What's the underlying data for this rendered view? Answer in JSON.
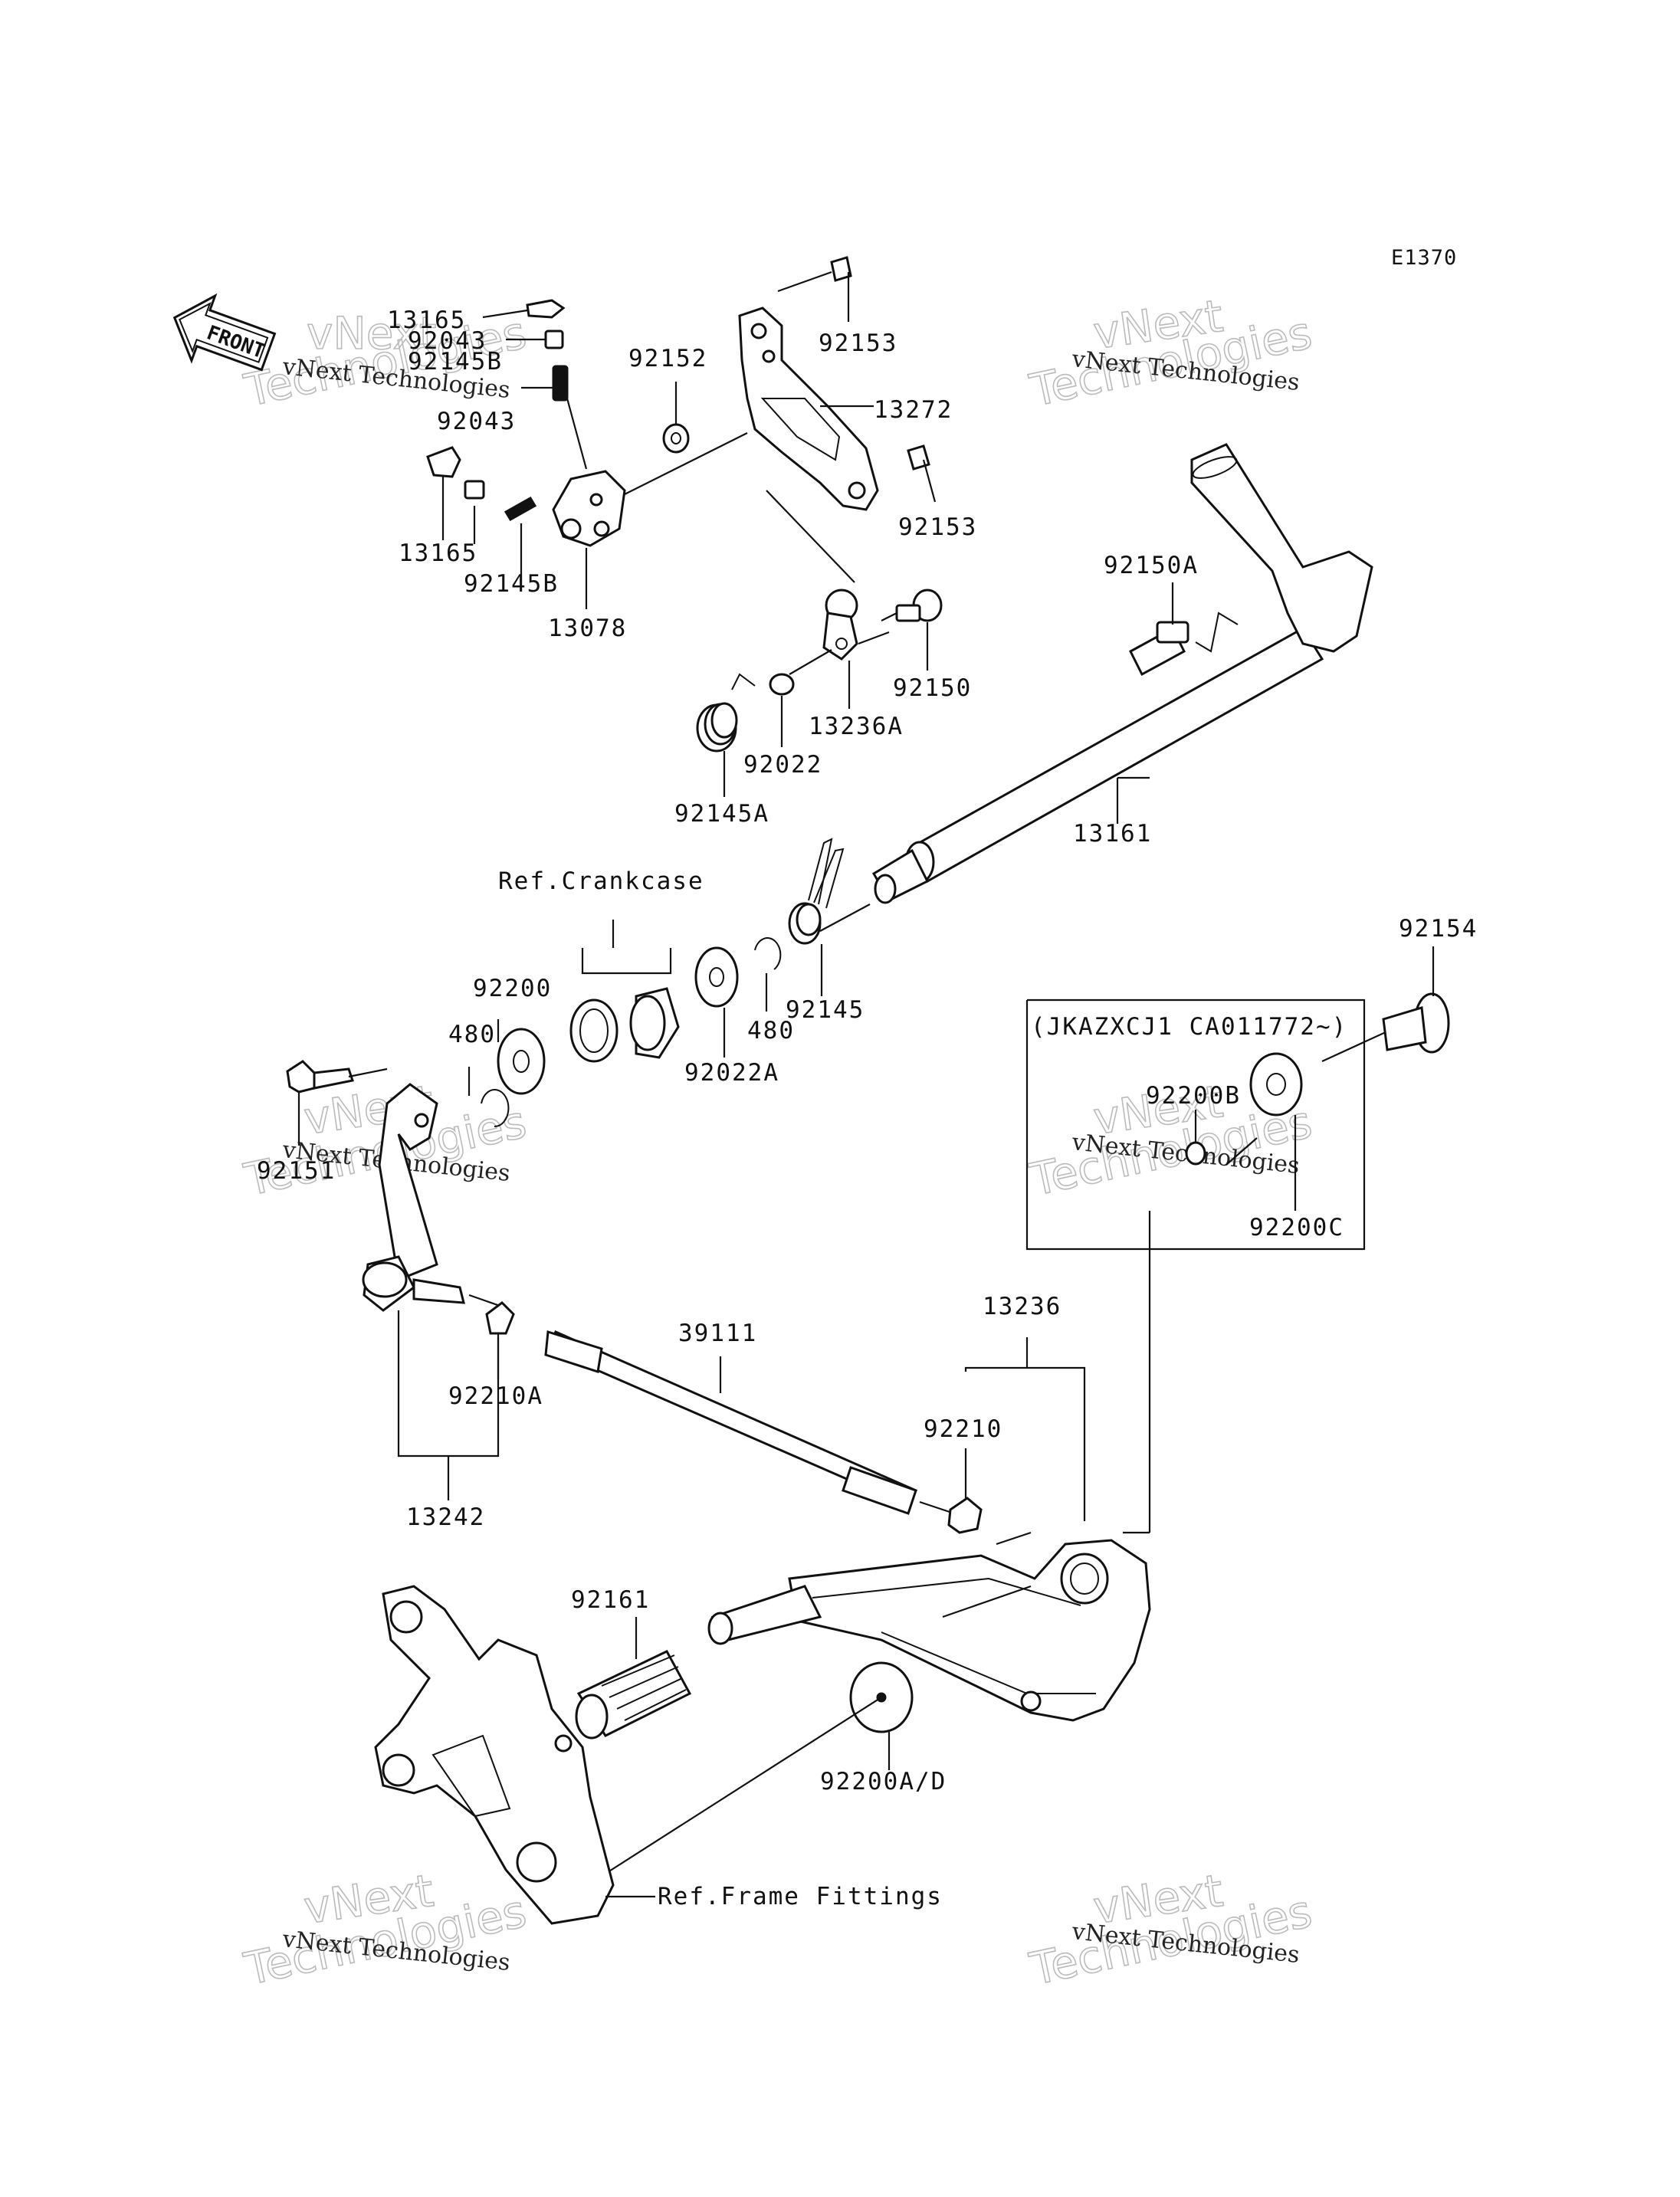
{
  "diagram_code": "E1370",
  "front_arrow_label": "FRONT",
  "watermark": {
    "small": "vNext Technologies",
    "big_line1": "vNext",
    "big_line2": "Technologies"
  },
  "variant_note": "(JKAZXCJ1 CA011772~)",
  "references": {
    "crankcase": "Ref.Crankcase",
    "frame_fittings": "Ref.Frame Fittings"
  },
  "parts": {
    "p13165_top": "13165",
    "p92043_top": "92043",
    "p92145b_top": "92145B",
    "p92043_mid": "92043",
    "p13165_bot": "13165",
    "p92145b_bot": "92145B",
    "p13078": "13078",
    "p92152": "92152",
    "p92153_top": "92153",
    "p13272": "13272",
    "p92153_bot": "92153",
    "p92150a": "92150A",
    "p92150": "92150",
    "p13236a": "13236A",
    "p92022": "92022",
    "p92145a": "92145A",
    "p13161": "13161",
    "p92200": "92200",
    "p480_left": "480",
    "p92022a": "92022A",
    "p480_right": "480",
    "p92145": "92145",
    "p92154": "92154",
    "p92200b": "92200B",
    "p92200c": "92200C",
    "p92151": "92151",
    "p92210a": "92210A",
    "p39111": "39111",
    "p13236": "13236",
    "p92210": "92210",
    "p13242": "13242",
    "p92161": "92161",
    "p92200ad": "92200A/D"
  }
}
